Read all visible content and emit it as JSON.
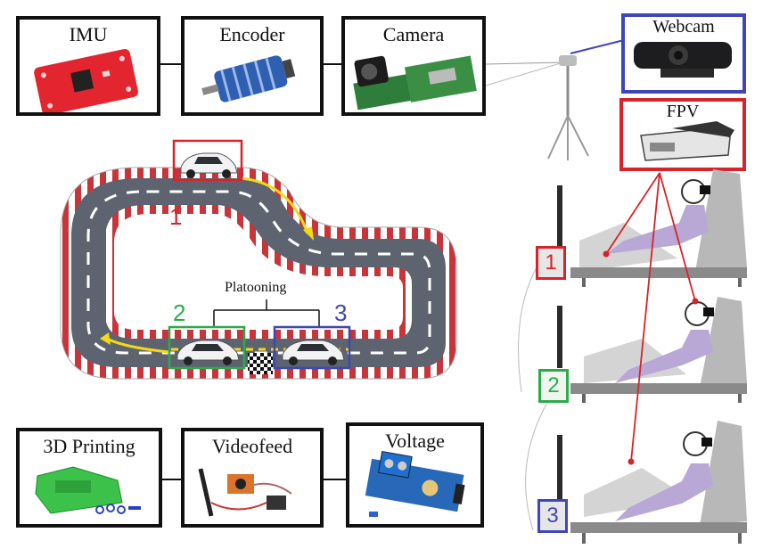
{
  "sensors_top": [
    {
      "label": "IMU"
    },
    {
      "label": "Encoder"
    },
    {
      "label": "Camera"
    }
  ],
  "sensors_bottom": [
    {
      "label": "3D Printing"
    },
    {
      "label": "Videofeed"
    },
    {
      "label": "Voltage"
    }
  ],
  "devices": {
    "webcam": {
      "label": "Webcam"
    },
    "fpv": {
      "label": "FPV"
    }
  },
  "track": {
    "platooning_label": "Platooning",
    "car_numbers": [
      "1",
      "2",
      "3"
    ]
  },
  "drivers": {
    "numbers": [
      "1",
      "2",
      "3"
    ]
  },
  "colors": {
    "red": "#d8232a",
    "green": "#2eaa4a",
    "blue": "#3f46b8",
    "track": "#5d6470",
    "yellow": "#f4d81a"
  }
}
